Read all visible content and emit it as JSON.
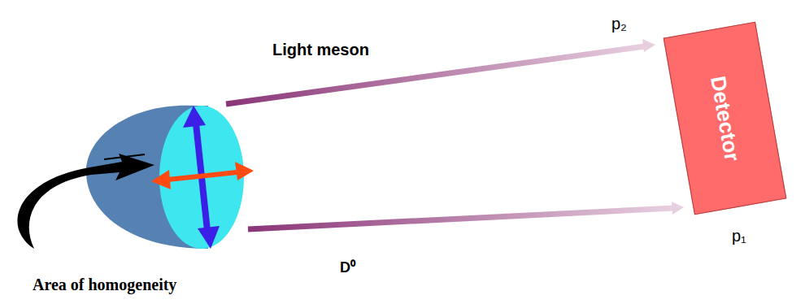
{
  "diagram": {
    "nodes": [
      {
        "text": [
          "Detector"
        ]
      }
    ],
    "labels": [
      "p₂",
      "Light meson",
      "p₁",
      "D⁰",
      "Area of homogeneity"
    ]
  }
}
